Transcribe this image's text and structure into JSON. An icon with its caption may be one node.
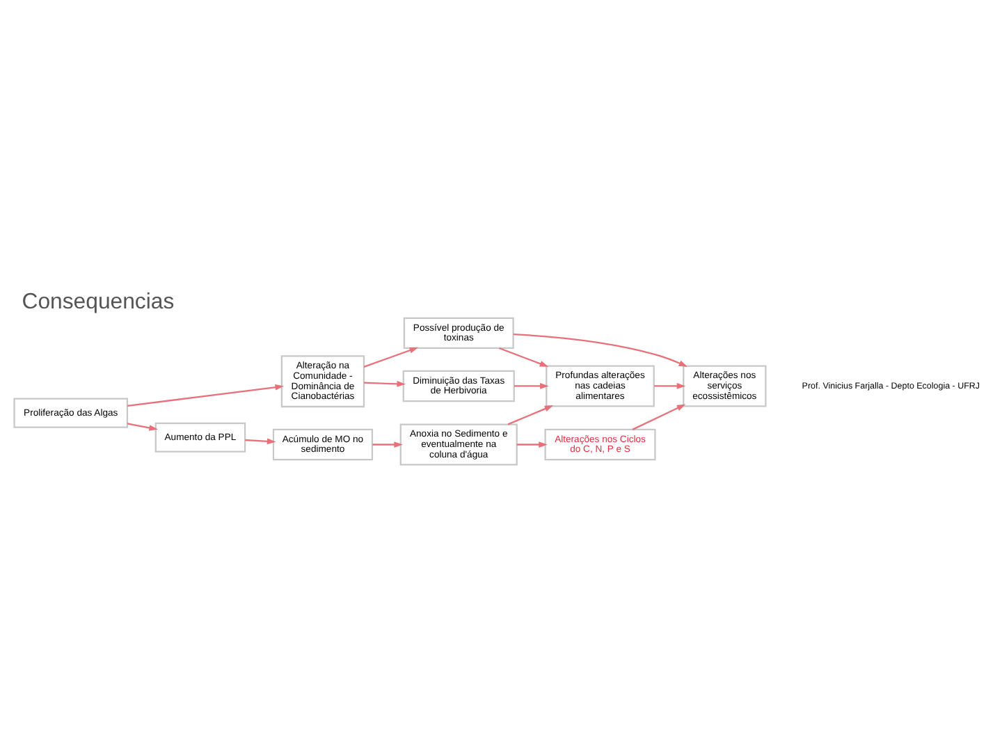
{
  "diagram": {
    "title": "Consequencias",
    "nodes": [
      {
        "text": [
          "Proliferação das Algas"
        ]
      },
      {
        "text": [
          "Alteração na Comunidade - Dominância de Cianobactérias"
        ]
      },
      {
        "text": [
          "Aumento da PPL"
        ]
      },
      {
        "text": [
          "Possível produção de toxinas"
        ]
      },
      {
        "text": [
          "Diminuição das Taxas de Herbivoria"
        ]
      },
      {
        "text": [
          "Acúmulo de MO no sedimento"
        ]
      },
      {
        "text": [
          "Profundas alterações nas cadeias alimentares"
        ]
      },
      {
        "text": [
          "Anoxia no Sedimento e eventualmente na coluna d'água"
        ]
      },
      {
        "text": [
          "Alterações nos serviços ecossistêmicos"
        ]
      },
      {
        "text": [
          "Alterações nos Ciclos do C, N, P e S"
        ]
      }
    ],
    "edges": [
      {
        "from": 0,
        "to": 1,
        "arrow": "to"
      },
      {
        "from": 0,
        "to": 2,
        "arrow": "to"
      },
      {
        "from": 1,
        "to": 3,
        "arrow": "to"
      },
      {
        "from": 1,
        "to": 4,
        "arrow": "to"
      },
      {
        "from": 2,
        "to": 5,
        "arrow": "to"
      },
      {
        "from": 5,
        "to": 7,
        "arrow": "to"
      },
      {
        "from": 3,
        "to": 8,
        "arrow": "to"
      },
      {
        "from": 3,
        "to": 6,
        "arrow": "to"
      },
      {
        "from": 4,
        "to": 6,
        "arrow": "to"
      },
      {
        "from": 6,
        "to": 8,
        "arrow": "to"
      },
      {
        "from": 7,
        "to": 6,
        "arrow": "to"
      },
      {
        "from": 7,
        "to": 9,
        "arrow": "to"
      },
      {
        "from": 9,
        "to": 8,
        "arrow": "to"
      }
    ],
    "labels": [
      "Prof. Vinicius Farjalla - Depto Ecologia - UFRJ"
    ]
  }
}
